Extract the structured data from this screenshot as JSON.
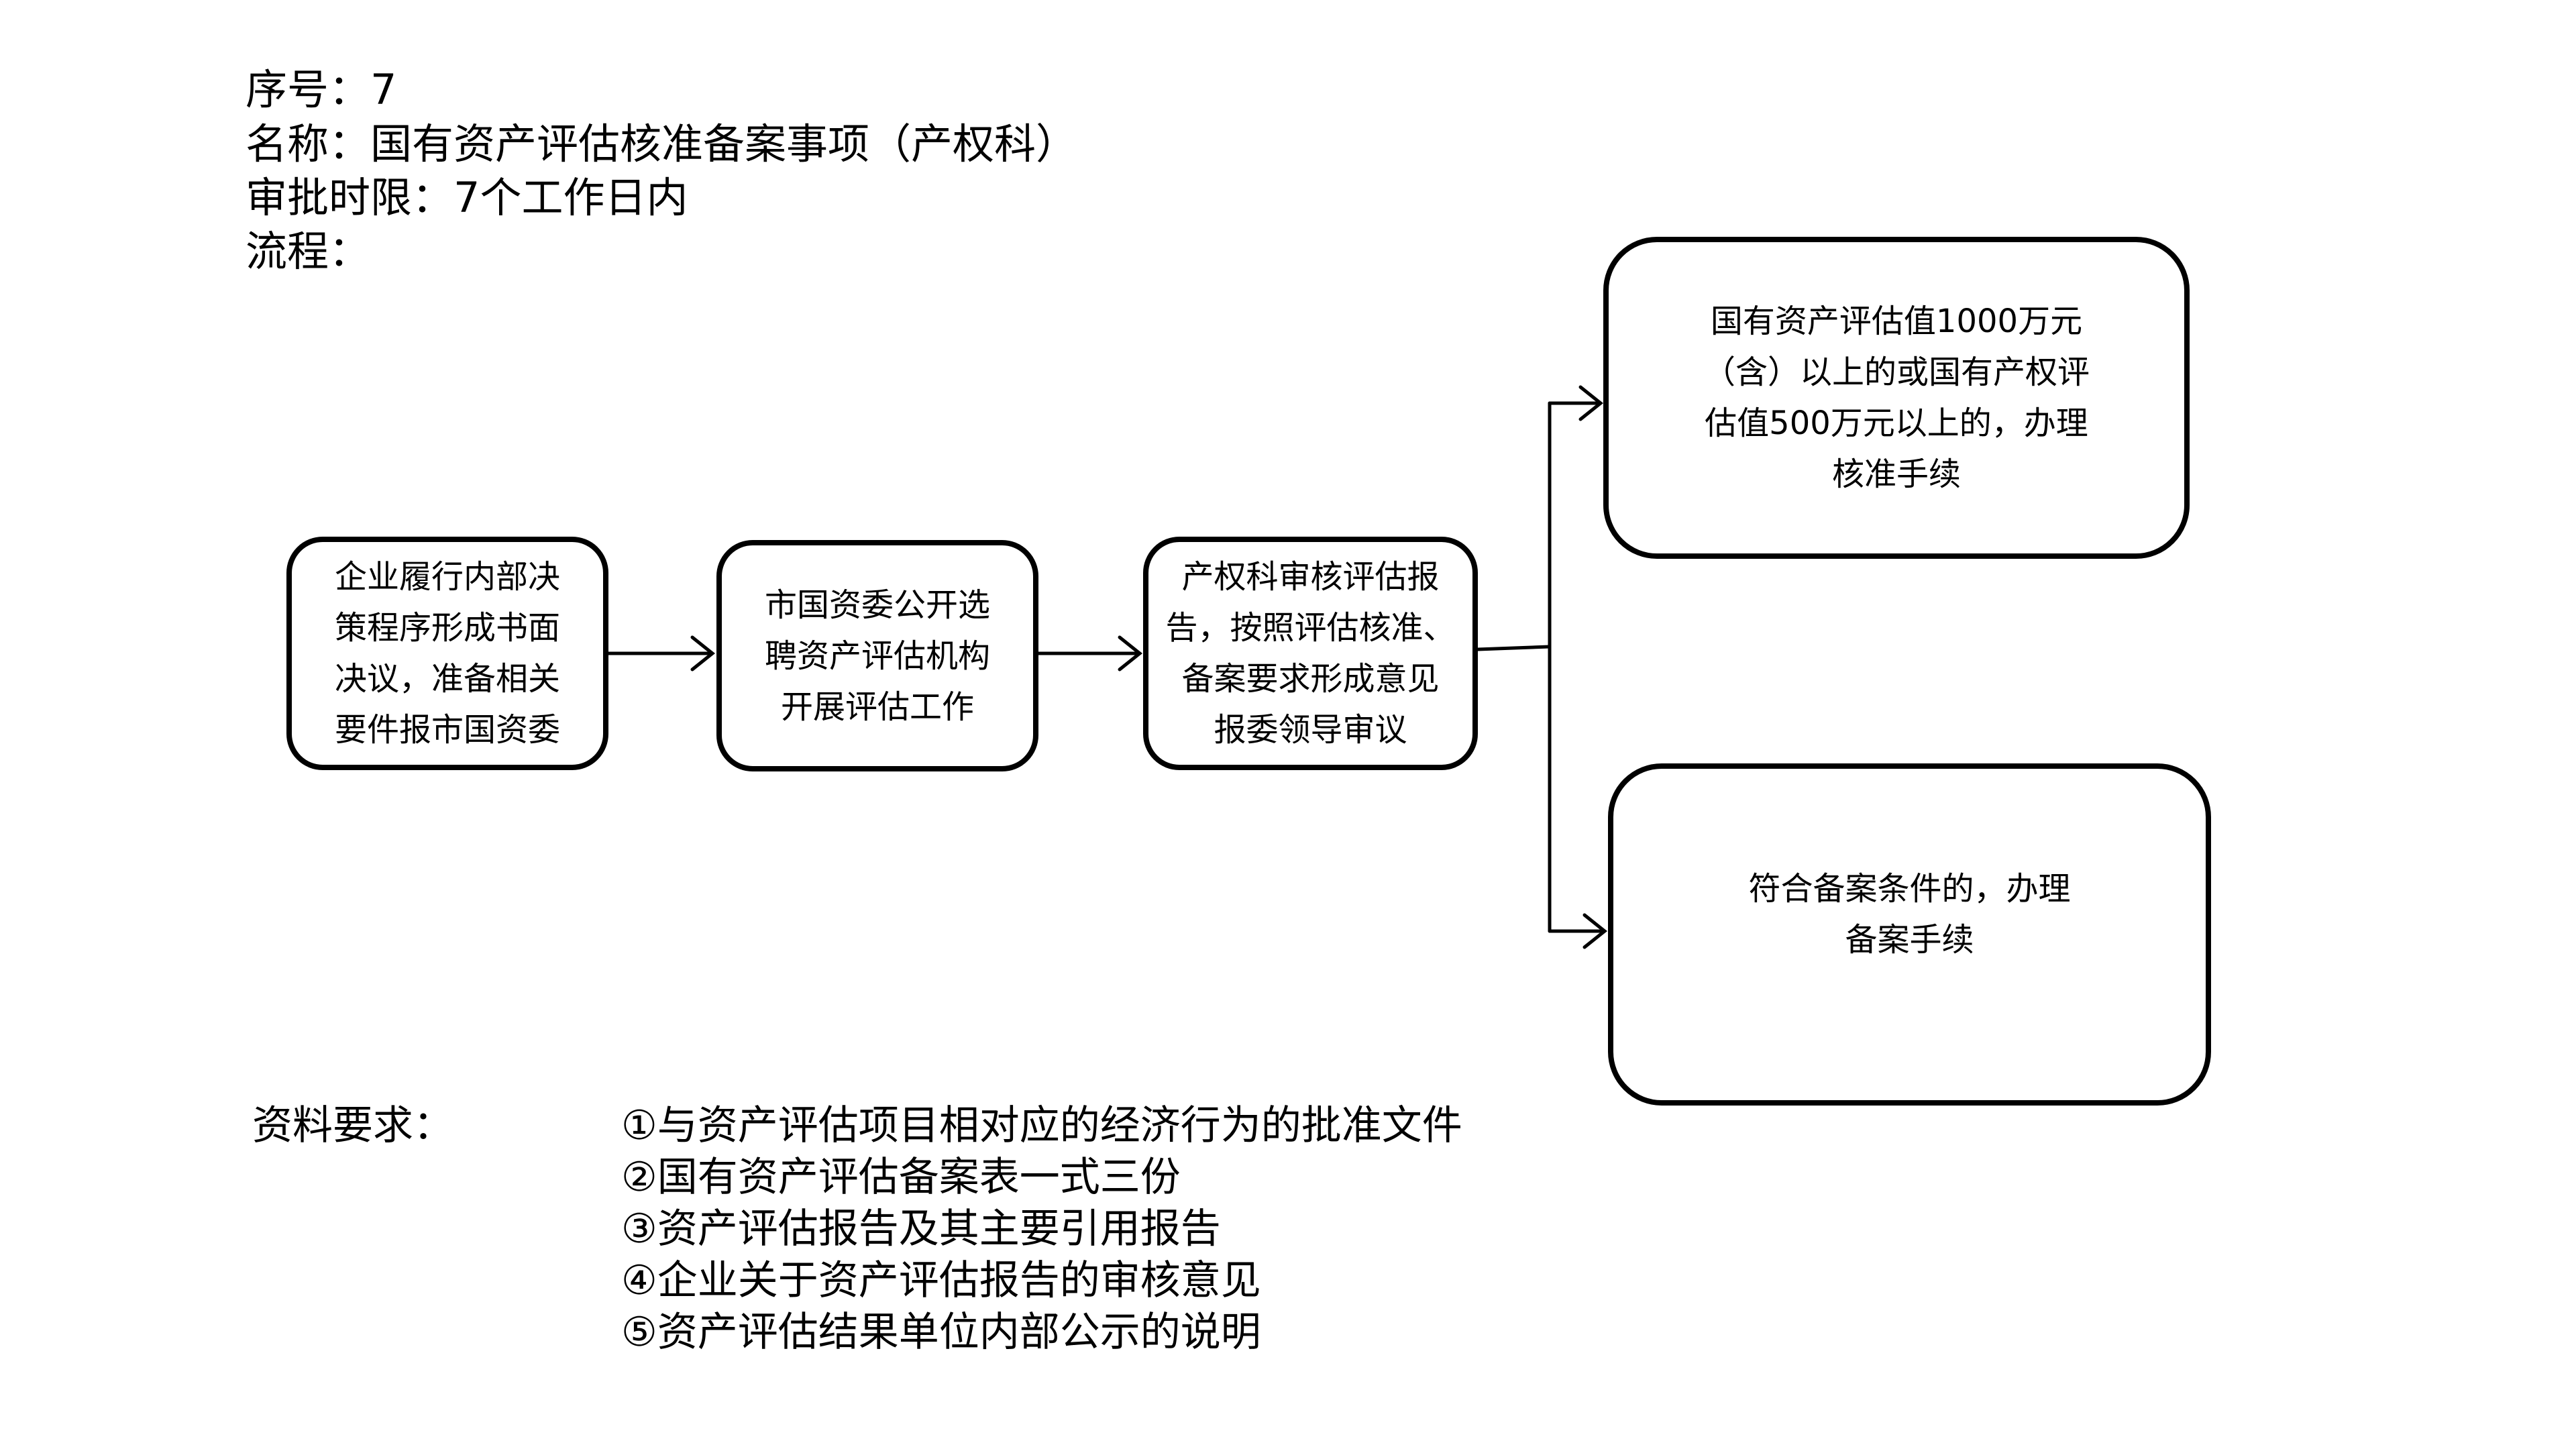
{
  "header": {
    "serial_label": "序号：7",
    "name_label": "名称：国有资产评估核准备案事项（产权科）",
    "time_limit_label": "审批时限：7个工作日内",
    "process_label": "流程："
  },
  "flow": {
    "steps": [
      {
        "lines": [
          "企业履行内部决",
          "策程序形成书面",
          "决议，准备相关",
          "要件报市国资委"
        ]
      },
      {
        "lines": [
          "市国资委公开选",
          "聘资产评估机构",
          "开展评估工作"
        ]
      },
      {
        "lines": [
          "产权科审核评估报",
          "告，按照评估核准、",
          "备案要求形成意见",
          "报委领导审议"
        ]
      }
    ],
    "outcomes": [
      {
        "lines": [
          "国有资产评估值1000万元",
          "（含）以上的或国有产权评",
          "估值500万元以上的，办理",
          "核准手续"
        ]
      },
      {
        "lines": [
          "符合备案条件的，办理",
          "备案手续"
        ]
      }
    ]
  },
  "requirements": {
    "label": "资料要求：",
    "items": [
      "①与资产评估项目相对应的经济行为的批准文件",
      "②国有资产评估备案表一式三份",
      "③资产评估报告及其主要引用报告",
      "④企业关于资产评估报告的审核意见",
      "⑤资产评估结果单位内部公示的说明"
    ]
  }
}
